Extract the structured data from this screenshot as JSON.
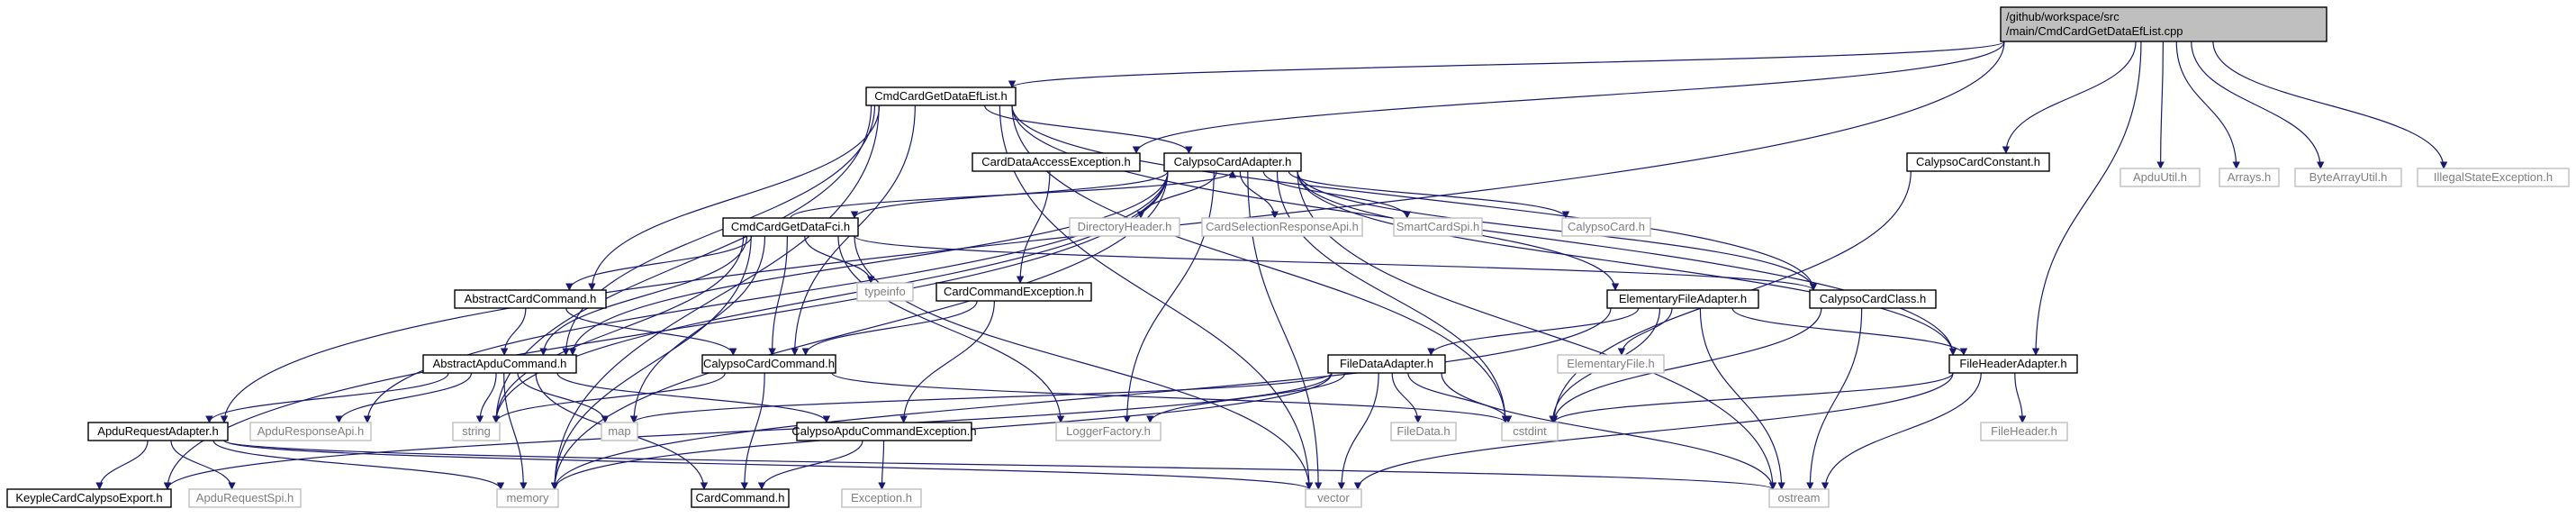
{
  "graph": {
    "colors": {
      "edge": "#191970",
      "root_fill": "#bfbfbf",
      "border_dark": "#000000",
      "border_light": "#bfbfbf",
      "text_dark": "#000000",
      "text_light": "#7f7f7f"
    },
    "nodes": [
      {
        "id": "root",
        "lines": [
          "/github/workspace/src",
          "/main/CmdCardGetDataEfList.cpp"
        ],
        "style": "root"
      },
      {
        "id": "cmdEfList",
        "lines": [
          "CmdCardGetDataEfList.h"
        ],
        "style": "dark"
      },
      {
        "id": "apduUtil",
        "lines": [
          "ApduUtil.h"
        ],
        "style": "light"
      },
      {
        "id": "arrays",
        "lines": [
          "Arrays.h"
        ],
        "style": "light"
      },
      {
        "id": "byteArrayUtil",
        "lines": [
          "ByteArrayUtil.h"
        ],
        "style": "light"
      },
      {
        "id": "illegalState",
        "lines": [
          "IllegalStateException.h"
        ],
        "style": "light"
      },
      {
        "id": "cardDataAccess",
        "lines": [
          "CardDataAccessException.h"
        ],
        "style": "dark"
      },
      {
        "id": "calypsoCardAdapter",
        "lines": [
          "CalypsoCardAdapter.h"
        ],
        "style": "dark"
      },
      {
        "id": "calypsoCardConstant",
        "lines": [
          "CalypsoCardConstant.h"
        ],
        "style": "dark"
      },
      {
        "id": "directoryHeader",
        "lines": [
          "DirectoryHeader.h"
        ],
        "style": "light"
      },
      {
        "id": "cardSelectionResponseApi",
        "lines": [
          "CardSelectionResponseApi.h"
        ],
        "style": "light"
      },
      {
        "id": "smartCardSpi",
        "lines": [
          "SmartCardSpi.h"
        ],
        "style": "light"
      },
      {
        "id": "calypsoCard",
        "lines": [
          "CalypsoCard.h"
        ],
        "style": "light"
      },
      {
        "id": "cmdFci",
        "lines": [
          "CmdCardGetDataFci.h"
        ],
        "style": "dark"
      },
      {
        "id": "typeinfo",
        "lines": [
          "typeinfo"
        ],
        "style": "light"
      },
      {
        "id": "cardCommandException",
        "lines": [
          "CardCommandException.h"
        ],
        "style": "dark"
      },
      {
        "id": "calypsoCardClass",
        "lines": [
          "CalypsoCardClass.h"
        ],
        "style": "dark"
      },
      {
        "id": "elementaryFileAdapter",
        "lines": [
          "ElementaryFileAdapter.h"
        ],
        "style": "dark"
      },
      {
        "id": "abstractCardCommand",
        "lines": [
          "AbstractCardCommand.h"
        ],
        "style": "dark"
      },
      {
        "id": "abstractApduCommand",
        "lines": [
          "AbstractApduCommand.h"
        ],
        "style": "dark"
      },
      {
        "id": "calypsoCardCommand",
        "lines": [
          "CalypsoCardCommand.h"
        ],
        "style": "dark"
      },
      {
        "id": "fileDataAdapter",
        "lines": [
          "FileDataAdapter.h"
        ],
        "style": "dark"
      },
      {
        "id": "elementaryFile",
        "lines": [
          "ElementaryFile.h"
        ],
        "style": "light"
      },
      {
        "id": "fileHeaderAdapter",
        "lines": [
          "FileHeaderAdapter.h"
        ],
        "style": "dark"
      },
      {
        "id": "apduRequestAdapter",
        "lines": [
          "ApduRequestAdapter.h"
        ],
        "style": "dark"
      },
      {
        "id": "apduResponseApi",
        "lines": [
          "ApduResponseApi.h"
        ],
        "style": "light"
      },
      {
        "id": "string",
        "lines": [
          "string"
        ],
        "style": "light"
      },
      {
        "id": "map",
        "lines": [
          "map"
        ],
        "style": "light"
      },
      {
        "id": "calypsoApduCommandException",
        "lines": [
          "CalypsoApduCommandException.h"
        ],
        "style": "dark"
      },
      {
        "id": "loggerFactory",
        "lines": [
          "LoggerFactory.h"
        ],
        "style": "light"
      },
      {
        "id": "fileData",
        "lines": [
          "FileData.h"
        ],
        "style": "light"
      },
      {
        "id": "cstdint",
        "lines": [
          "cstdint"
        ],
        "style": "light"
      },
      {
        "id": "fileHeader",
        "lines": [
          "FileHeader.h"
        ],
        "style": "light"
      },
      {
        "id": "keypleExport",
        "lines": [
          "KeypleCardCalypsoExport.h"
        ],
        "style": "dark"
      },
      {
        "id": "apduRequestSpi",
        "lines": [
          "ApduRequestSpi.h"
        ],
        "style": "light"
      },
      {
        "id": "memory",
        "lines": [
          "memory"
        ],
        "style": "light"
      },
      {
        "id": "cardCommand",
        "lines": [
          "CardCommand.h"
        ],
        "style": "dark"
      },
      {
        "id": "exception",
        "lines": [
          "Exception.h"
        ],
        "style": "light"
      },
      {
        "id": "vector",
        "lines": [
          "vector"
        ],
        "style": "light"
      },
      {
        "id": "ostream",
        "lines": [
          "ostream"
        ],
        "style": "light"
      }
    ],
    "edges": [
      [
        "root",
        "cmdEfList"
      ],
      [
        "root",
        "apduUtil"
      ],
      [
        "root",
        "arrays"
      ],
      [
        "root",
        "byteArrayUtil"
      ],
      [
        "root",
        "illegalState"
      ],
      [
        "root",
        "cardDataAccess"
      ],
      [
        "root",
        "calypsoCardConstant"
      ],
      [
        "root",
        "fileHeaderAdapter"
      ],
      [
        "root",
        "apduRequestAdapter"
      ],
      [
        "cmdEfList",
        "calypsoCardAdapter"
      ],
      [
        "cmdEfList",
        "abstractCardCommand"
      ],
      [
        "cmdEfList",
        "abstractApduCommand"
      ],
      [
        "cmdEfList",
        "calypsoCardCommand"
      ],
      [
        "cmdEfList",
        "calypsoCardClass"
      ],
      [
        "cmdEfList",
        "fileHeaderAdapter"
      ],
      [
        "cmdEfList",
        "string"
      ],
      [
        "cmdEfList",
        "memory"
      ],
      [
        "cmdEfList",
        "cstdint"
      ],
      [
        "cmdEfList",
        "vector"
      ],
      [
        "calypsoCardAdapter",
        "directoryHeader"
      ],
      [
        "calypsoCardAdapter",
        "cardSelectionResponseApi"
      ],
      [
        "calypsoCardAdapter",
        "smartCardSpi"
      ],
      [
        "calypsoCardAdapter",
        "calypsoCard"
      ],
      [
        "calypsoCardAdapter",
        "cmdFci"
      ],
      [
        "calypsoCardAdapter",
        "calypsoCardClass"
      ],
      [
        "calypsoCardAdapter",
        "elementaryFileAdapter"
      ],
      [
        "calypsoCardAdapter",
        "fileHeaderAdapter"
      ],
      [
        "calypsoCardAdapter",
        "cstdint"
      ],
      [
        "calypsoCardAdapter",
        "ostream"
      ],
      [
        "calypsoCardAdapter",
        "vector"
      ],
      [
        "calypsoCardAdapter",
        "memory"
      ],
      [
        "calypsoCardAdapter",
        "keypleExport"
      ],
      [
        "calypsoCardAdapter",
        "apduResponseApi"
      ],
      [
        "calypsoCardAdapter",
        "string"
      ],
      [
        "calypsoCardAdapter",
        "loggerFactory"
      ],
      [
        "calypsoCardAdapter",
        "abstractApduCommand"
      ],
      [
        "cmdFci",
        "calypsoCardAdapter"
      ],
      [
        "cmdFci",
        "abstractCardCommand"
      ],
      [
        "cmdFci",
        "abstractApduCommand"
      ],
      [
        "cmdFci",
        "calypsoCardCommand"
      ],
      [
        "cmdFci",
        "typeinfo"
      ],
      [
        "cmdFci",
        "calypsoCardClass"
      ],
      [
        "cmdFci",
        "string"
      ],
      [
        "cmdFci",
        "map"
      ],
      [
        "cmdFci",
        "memory"
      ],
      [
        "cmdFci",
        "loggerFactory"
      ],
      [
        "cmdFci",
        "vector"
      ],
      [
        "cardDataAccess",
        "cardCommandException"
      ],
      [
        "cardCommandException",
        "calypsoCardCommand"
      ],
      [
        "cardCommandException",
        "calypsoApduCommandException"
      ],
      [
        "abstractCardCommand",
        "abstractApduCommand"
      ],
      [
        "abstractCardCommand",
        "calypsoCardCommand"
      ],
      [
        "abstractApduCommand",
        "apduRequestAdapter"
      ],
      [
        "abstractApduCommand",
        "apduResponseApi"
      ],
      [
        "abstractApduCommand",
        "string"
      ],
      [
        "abstractApduCommand",
        "map"
      ],
      [
        "abstractApduCommand",
        "memory"
      ],
      [
        "abstractApduCommand",
        "calypsoApduCommandException"
      ],
      [
        "abstractApduCommand",
        "cardCommand"
      ],
      [
        "calypsoCardCommand",
        "cardCommand"
      ],
      [
        "calypsoCardCommand",
        "string"
      ],
      [
        "calypsoCardCommand",
        "cstdint"
      ],
      [
        "calypsoApduCommandException",
        "cardCommand"
      ],
      [
        "calypsoApduCommandException",
        "exception"
      ],
      [
        "calypsoCardConstant",
        "cstdint"
      ],
      [
        "calypsoCardClass",
        "cstdint"
      ],
      [
        "calypsoCardClass",
        "ostream"
      ],
      [
        "elementaryFileAdapter",
        "elementaryFile"
      ],
      [
        "elementaryFileAdapter",
        "fileDataAdapter"
      ],
      [
        "elementaryFileAdapter",
        "fileHeaderAdapter"
      ],
      [
        "elementaryFileAdapter",
        "cstdint"
      ],
      [
        "elementaryFileAdapter",
        "ostream"
      ],
      [
        "elementaryFileAdapter",
        "memory"
      ],
      [
        "fileDataAdapter",
        "fileData"
      ],
      [
        "fileDataAdapter",
        "map"
      ],
      [
        "fileDataAdapter",
        "cstdint"
      ],
      [
        "fileDataAdapter",
        "ostream"
      ],
      [
        "fileDataAdapter",
        "vector"
      ],
      [
        "fileDataAdapter",
        "memory"
      ],
      [
        "fileDataAdapter",
        "loggerFactory"
      ],
      [
        "fileDataAdapter",
        "keypleExport"
      ],
      [
        "fileHeaderAdapter",
        "fileHeader"
      ],
      [
        "fileHeaderAdapter",
        "cstdint"
      ],
      [
        "fileHeaderAdapter",
        "ostream"
      ],
      [
        "fileHeaderAdapter",
        "vector"
      ],
      [
        "apduRequestAdapter",
        "apduRequestSpi"
      ],
      [
        "apduRequestAdapter",
        "keypleExport"
      ],
      [
        "apduRequestAdapter",
        "memory"
      ],
      [
        "apduRequestAdapter",
        "vector"
      ],
      [
        "apduRequestAdapter",
        "ostream"
      ]
    ]
  }
}
